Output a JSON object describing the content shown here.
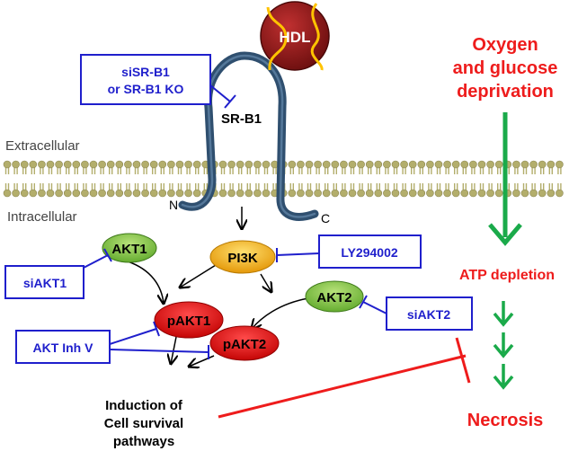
{
  "hdl": {
    "label": "HDL"
  },
  "receptor": {
    "label": "SR-B1",
    "n_terminus": "N",
    "c_terminus": "C"
  },
  "membrane": {
    "extracellular_label": "Extracellular",
    "intracellular_label": "Intracellular"
  },
  "inhibitor_boxes": {
    "sisrb1_line1": "siSR-B1",
    "sisrb1_line2": "or SR-B1 KO",
    "siakt1": "siAKT1",
    "ly294002": "LY294002",
    "siakt2": "siAKT2",
    "akt_inh_v": "AKT Inh V"
  },
  "nodes": {
    "akt1": "AKT1",
    "pi3k": "PI3K",
    "akt2": "AKT2",
    "pakt1": "pAKT1",
    "pakt2": "pAKT2"
  },
  "outcome": {
    "line1": "Induction of",
    "line2": "Cell survival",
    "line3": "pathways"
  },
  "stress": {
    "line1": "Oxygen",
    "line2": "and glucose",
    "line3": "deprivation",
    "atp": "ATP depletion",
    "necrosis": "Necrosis"
  },
  "colors": {
    "inhibitor_blue": "#1f1fcc",
    "stress_red": "#ee1c1c",
    "arrow_green": "#1aaa4a",
    "akt_green": "#7ec63a",
    "pi3k_orange": "#f0a800",
    "pakt_red": "#e01010",
    "hdl_red": "#8b1515",
    "hdl_yellow": "#ffc300",
    "receptor_blue": "#2f4f6f",
    "membrane_olive": "#b3ae6c"
  }
}
